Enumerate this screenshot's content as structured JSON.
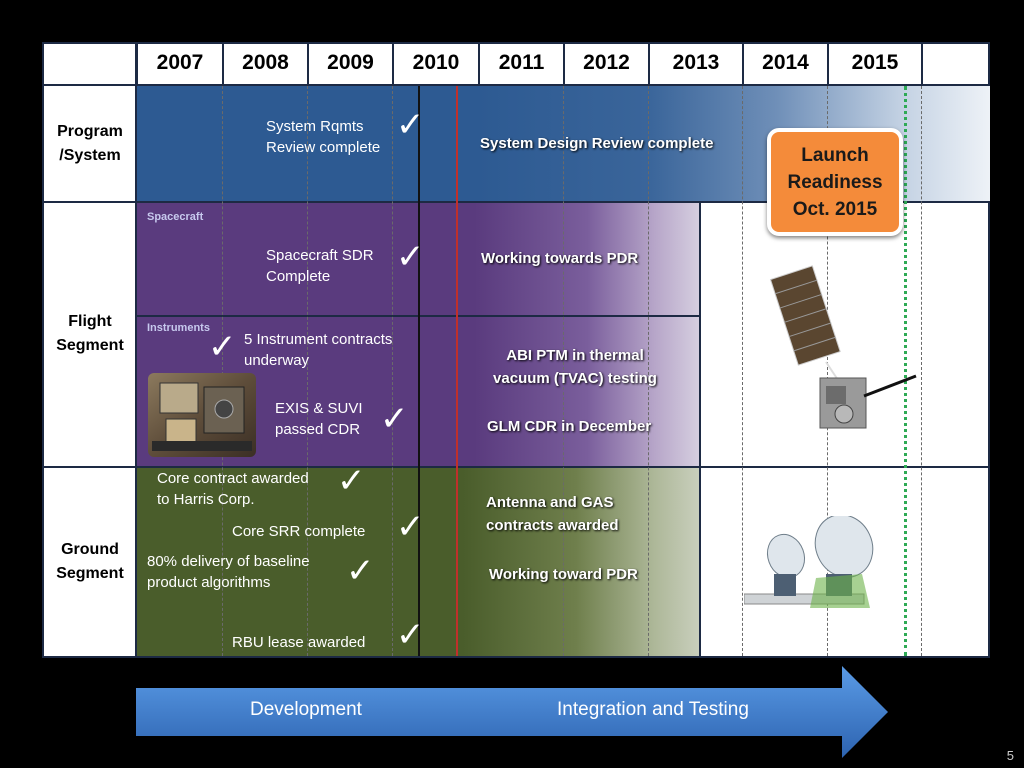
{
  "header": {
    "years": [
      "2007",
      "2008",
      "2009",
      "2010",
      "2011",
      "2012",
      "2013",
      "2014",
      "2015"
    ]
  },
  "rows": {
    "program": "Program\n/System",
    "flight": "Flight\nSegment",
    "ground": "Ground\nSegment"
  },
  "program": {
    "note": "System Rqmts\nReview complete",
    "status": "System Design Review complete"
  },
  "flight": {
    "spacecraft_label": "Spacecraft",
    "spacecraft_note": "Spacecraft SDR\nComplete",
    "spacecraft_status": "Working towards PDR",
    "instruments_label": "Instruments",
    "contracts_note": "5 Instrument contracts\nunderway",
    "exis_note": "EXIS & SUVI\npassed CDR",
    "abi_status": "ABI PTM in thermal\nvacuum (TVAC) testing",
    "glm_status": "GLM CDR  in December"
  },
  "ground": {
    "core_contract": "Core contract awarded\nto Harris Corp.",
    "core_srr": "Core SRR complete",
    "delivery": "80% delivery of baseline\nproduct algorithms",
    "rbu": "RBU lease awarded",
    "antenna_status": "Antenna and GAS\ncontracts awarded",
    "pdr_status": "Working toward PDR"
  },
  "launch": {
    "line1": "Launch",
    "line2": "Readiness",
    "line3": "Oct. 2015"
  },
  "phases": {
    "development": "Development",
    "integration": "Integration and Testing"
  },
  "page_number": "5",
  "colors": {
    "program_band": "#2d5a92",
    "flight_band": "#5a3b7e",
    "ground_band": "#4a5d2b",
    "launch_box": "#f48b3a",
    "today_line": "#c0302b",
    "launch_line": "#2eaa55",
    "arrow": "#3b7fcf"
  }
}
